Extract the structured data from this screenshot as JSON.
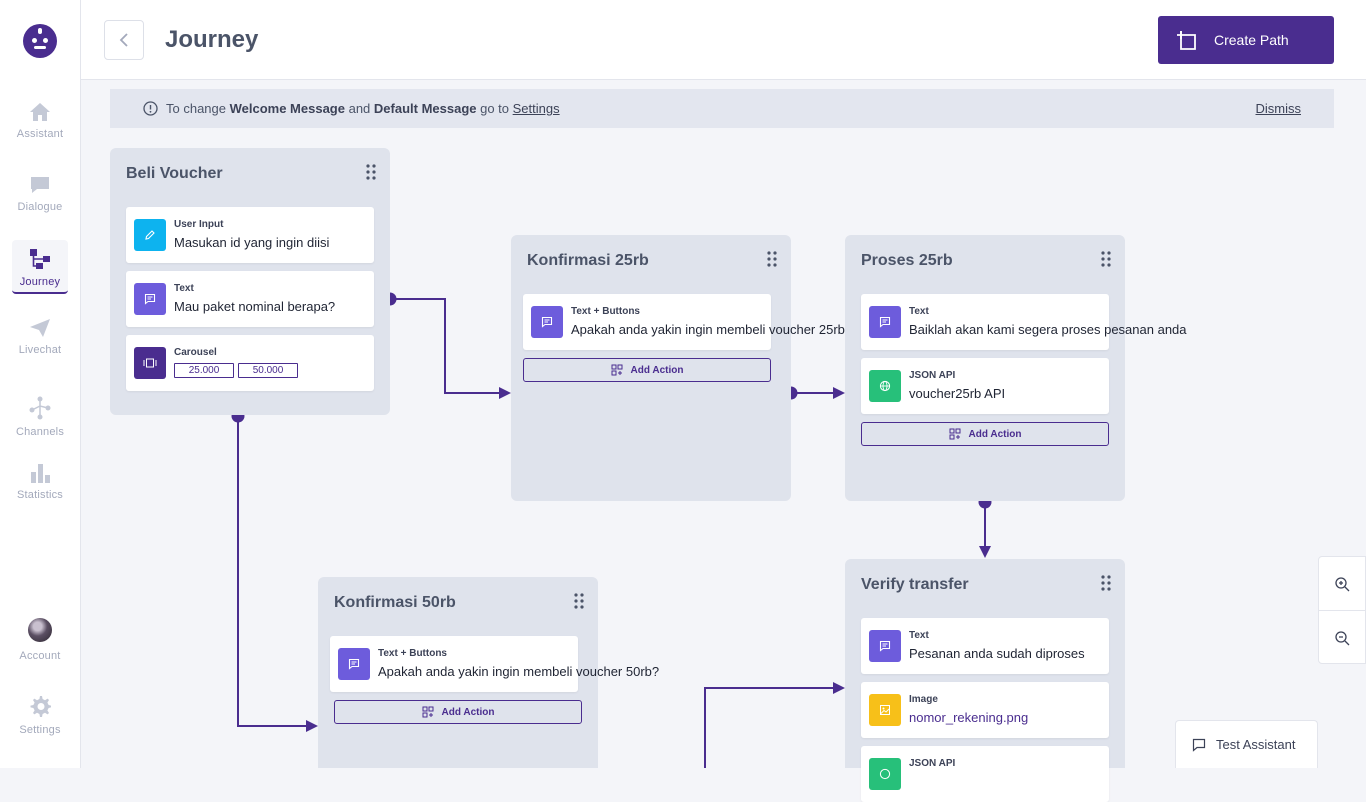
{
  "sidebar": {
    "items": [
      {
        "label": "Assistant",
        "icon": "home-icon"
      },
      {
        "label": "Dialogue",
        "icon": "chat-icon"
      },
      {
        "label": "Journey",
        "icon": "flow-icon",
        "active": true
      },
      {
        "label": "Livechat",
        "icon": "send-icon"
      },
      {
        "label": "Channels",
        "icon": "network-icon"
      },
      {
        "label": "Statistics",
        "icon": "bar-chart-icon"
      }
    ],
    "account_label": "Account",
    "settings_label": "Settings"
  },
  "header": {
    "title": "Journey",
    "create_label": "Create Path"
  },
  "banner": {
    "prefix": "To change ",
    "welcome": "Welcome Message",
    "and": " and ",
    "default": "Default Message",
    "goto": " go to ",
    "settings_link": "Settings",
    "dismiss": "Dismiss"
  },
  "nodes": {
    "beli": {
      "title": "Beli Voucher",
      "actions": [
        {
          "type": "User Input",
          "value": "Masukan id yang ingin diisi",
          "icon": "pencil-icon"
        },
        {
          "type": "Text",
          "value": "Mau paket nominal berapa?",
          "icon": "message-icon"
        },
        {
          "type": "Carousel",
          "options": [
            "25.000",
            "50.000"
          ],
          "icon": "carousel-icon"
        }
      ]
    },
    "konf25": {
      "title": "Konfirmasi 25rb",
      "actions": [
        {
          "type": "Text + Buttons",
          "value": "Apakah anda yakin ingin membeli voucher 25rb?",
          "icon": "message-icon"
        }
      ]
    },
    "proses25": {
      "title": "Proses 25rb",
      "actions": [
        {
          "type": "Text",
          "value": "Baiklah akan kami segera proses pesanan anda",
          "icon": "message-icon"
        },
        {
          "type": "JSON API",
          "value": "voucher25rb API",
          "icon": "globe-icon"
        }
      ]
    },
    "konf50": {
      "title": "Konfirmasi 50rb",
      "actions": [
        {
          "type": "Text + Buttons",
          "value": "Apakah anda yakin ingin membeli voucher 50rb?",
          "icon": "message-icon"
        }
      ]
    },
    "verify": {
      "title": "Verify transfer",
      "actions": [
        {
          "type": "Text",
          "value": "Pesanan anda sudah diproses",
          "icon": "message-icon"
        },
        {
          "type": "Image",
          "value": "nomor_rekening.png",
          "icon": "image-icon"
        },
        {
          "type": "JSON API",
          "icon": "globe-icon"
        }
      ]
    }
  },
  "add_action_label": "Add Action",
  "test_assistant_label": "Test Assistant",
  "colors": {
    "brand": "#4a2d8f",
    "node_bg": "#dfe3ec",
    "user_input": "#0db3ef",
    "text": "#6d5cdc",
    "json_api": "#27c07a",
    "image": "#f7c019"
  }
}
